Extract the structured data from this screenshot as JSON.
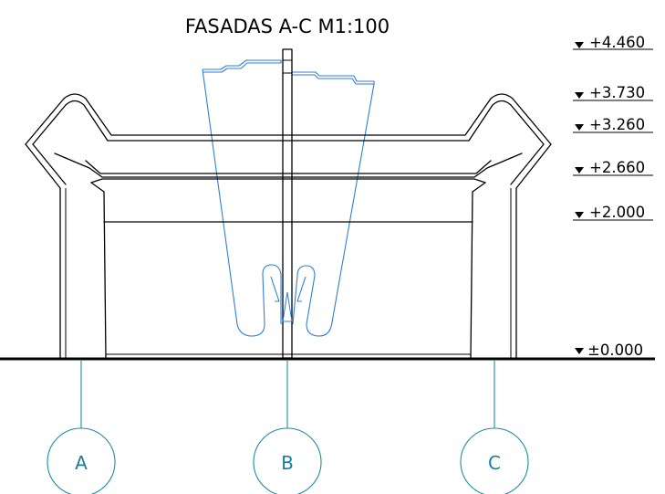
{
  "title": "FASADAS A-C M1:100",
  "levels": [
    {
      "label": "+4.460"
    },
    {
      "label": "+3.730"
    },
    {
      "label": "+3.260"
    },
    {
      "label": "+2.660"
    },
    {
      "label": "+2.000"
    },
    {
      "label": "±0.000"
    }
  ],
  "axes": [
    {
      "label": "A"
    },
    {
      "label": "B"
    },
    {
      "label": "C"
    }
  ],
  "colors": {
    "line": "#000000",
    "blue_outline": "#2f7fd6",
    "axis_marker": "#1a8ea3"
  }
}
